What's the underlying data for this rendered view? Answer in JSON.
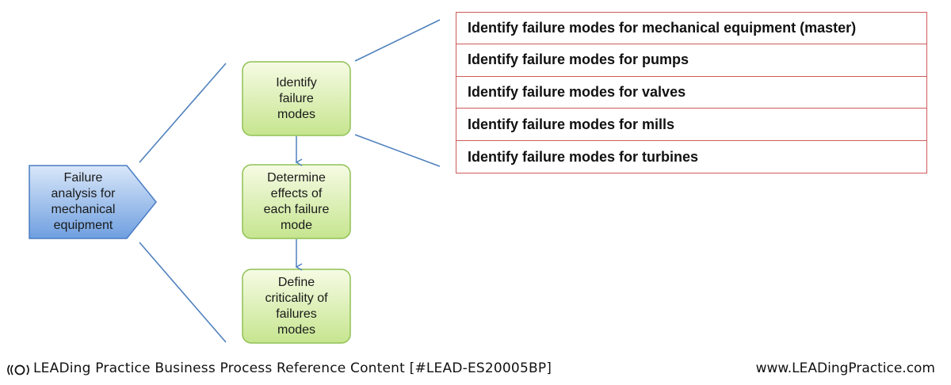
{
  "diagram": {
    "root": {
      "label": "Failure\nanalysis for\nmechanical\nequipment"
    },
    "steps": [
      {
        "label": "Identify\nfailure\nmodes"
      },
      {
        "label": "Determine\neffects of\neach failure\nmode"
      },
      {
        "label": "Define\ncriticality of\nfailures\nmodes"
      }
    ],
    "detail_items": [
      "Identify failure modes for mechanical  equipment (master)",
      "Identify failure modes for pumps",
      "Identify failure modes for valves",
      "Identify failure modes for mills",
      "Identify failure modes for turbines"
    ]
  },
  "footer": {
    "reference": "LEADing Practice Business Process Reference Content [#LEAD-ES20005BP]",
    "url": "www.LEADingPractice.com"
  },
  "colors": {
    "step_fill_top": "#f6fbe4",
    "step_fill_bottom": "#c6e58f",
    "step_border": "#8fc154",
    "root_fill_top": "#cfe0f7",
    "root_fill_bottom": "#6f9fe0",
    "root_border": "#4a7cc4",
    "connector": "#4f81bd",
    "table_border": "#cf5b5b"
  }
}
